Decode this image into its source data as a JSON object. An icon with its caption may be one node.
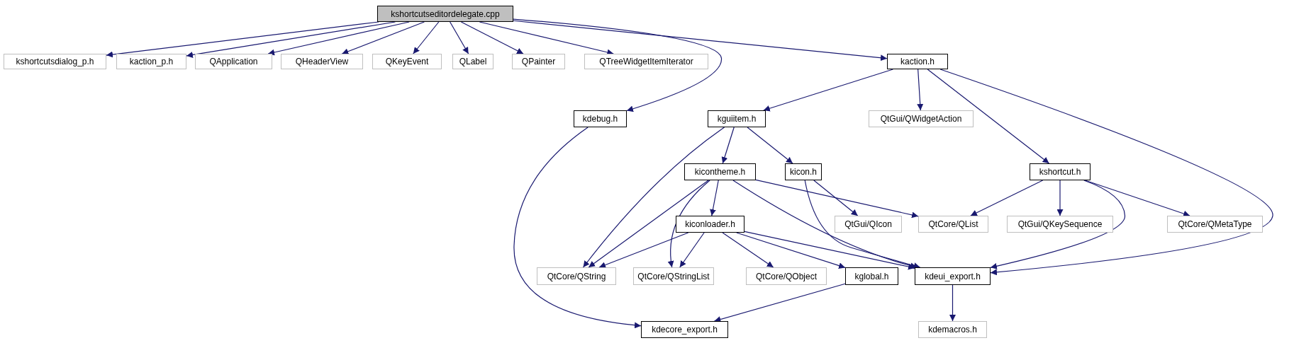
{
  "diagram": {
    "nodes": [
      {
        "text": [
          "kshortcutseditordelegate.cpp"
        ]
      },
      {
        "text": [
          "kshortcutsdialog_p.h"
        ]
      },
      {
        "text": [
          "kaction_p.h"
        ]
      },
      {
        "text": [
          "QApplication"
        ]
      },
      {
        "text": [
          "QHeaderView"
        ]
      },
      {
        "text": [
          "QKeyEvent"
        ]
      },
      {
        "text": [
          "QLabel"
        ]
      },
      {
        "text": [
          "QPainter"
        ]
      },
      {
        "text": [
          "QTreeWidgetItemIterator"
        ]
      },
      {
        "text": [
          "kaction.h"
        ]
      },
      {
        "text": [
          "kdebug.h"
        ]
      },
      {
        "text": [
          "kguiitem.h"
        ]
      },
      {
        "text": [
          "QtGui/QWidgetAction"
        ]
      },
      {
        "text": [
          "kicontheme.h"
        ]
      },
      {
        "text": [
          "kicon.h"
        ]
      },
      {
        "text": [
          "kshortcut.h"
        ]
      },
      {
        "text": [
          "kiconloader.h"
        ]
      },
      {
        "text": [
          "QtGui/QIcon"
        ]
      },
      {
        "text": [
          "QtCore/QList"
        ]
      },
      {
        "text": [
          "QtGui/QKeySequence"
        ]
      },
      {
        "text": [
          "QtCore/QMetaType"
        ]
      },
      {
        "text": [
          "QtCore/QString"
        ]
      },
      {
        "text": [
          "QtCore/QStringList"
        ]
      },
      {
        "text": [
          "QtCore/QObject"
        ]
      },
      {
        "text": [
          "kglobal.h"
        ]
      },
      {
        "text": [
          "kdeui_export.h"
        ]
      },
      {
        "text": [
          "kdecore_export.h"
        ]
      },
      {
        "text": [
          "kdemacros.h"
        ]
      }
    ],
    "edges": [
      {
        "from": 0,
        "to": 1,
        "arrow": "to"
      },
      {
        "from": 0,
        "to": 2,
        "arrow": "to"
      },
      {
        "from": 0,
        "to": 3,
        "arrow": "to"
      },
      {
        "from": 0,
        "to": 4,
        "arrow": "to"
      },
      {
        "from": 0,
        "to": 5,
        "arrow": "to"
      },
      {
        "from": 0,
        "to": 6,
        "arrow": "to"
      },
      {
        "from": 0,
        "to": 7,
        "arrow": "to"
      },
      {
        "from": 0,
        "to": 8,
        "arrow": "to"
      },
      {
        "from": 0,
        "to": 10,
        "arrow": "to"
      },
      {
        "from": 0,
        "to": 9,
        "arrow": "to"
      },
      {
        "from": 9,
        "to": 11,
        "arrow": "to"
      },
      {
        "from": 9,
        "to": 12,
        "arrow": "to"
      },
      {
        "from": 9,
        "to": 15,
        "arrow": "to"
      },
      {
        "from": 9,
        "to": 25,
        "arrow": "to"
      },
      {
        "from": 10,
        "to": 26,
        "arrow": "to"
      },
      {
        "from": 11,
        "to": 13,
        "arrow": "to"
      },
      {
        "from": 11,
        "to": 14,
        "arrow": "to"
      },
      {
        "from": 11,
        "to": 21,
        "arrow": "to"
      },
      {
        "from": 13,
        "to": 16,
        "arrow": "to"
      },
      {
        "from": 13,
        "to": 21,
        "arrow": "to"
      },
      {
        "from": 13,
        "to": 22,
        "arrow": "to"
      },
      {
        "from": 13,
        "to": 18,
        "arrow": "to"
      },
      {
        "from": 13,
        "to": 25,
        "arrow": "to"
      },
      {
        "from": 14,
        "to": 17,
        "arrow": "to"
      },
      {
        "from": 14,
        "to": 25,
        "arrow": "to"
      },
      {
        "from": 15,
        "to": 18,
        "arrow": "to"
      },
      {
        "from": 15,
        "to": 19,
        "arrow": "to"
      },
      {
        "from": 15,
        "to": 25,
        "arrow": "to"
      },
      {
        "from": 15,
        "to": 20,
        "arrow": "to"
      },
      {
        "from": 16,
        "to": 21,
        "arrow": "to"
      },
      {
        "from": 16,
        "to": 22,
        "arrow": "to"
      },
      {
        "from": 16,
        "to": 23,
        "arrow": "to"
      },
      {
        "from": 16,
        "to": 24,
        "arrow": "to"
      },
      {
        "from": 16,
        "to": 25,
        "arrow": "to"
      },
      {
        "from": 24,
        "to": 26,
        "arrow": "to"
      },
      {
        "from": 25,
        "to": 27,
        "arrow": "to"
      }
    ]
  }
}
